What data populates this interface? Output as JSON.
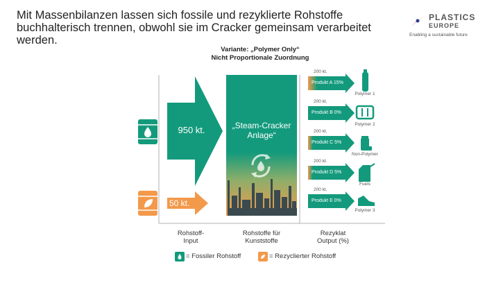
{
  "headline": "Mit Massenbilanzen lassen sich fossile und rezyklierte Rohstoffe buchhalterisch trennen, obwohl sie im Cracker gemeinsam verarbeitet werden.",
  "logo": {
    "line1": "PLASTICS",
    "line2": "EUROPE",
    "tagline": "Enabling a sustainable future"
  },
  "variant": {
    "line1": "Variante: „Polymer Only“",
    "line2": "Nicht Proportionale Zuordnung"
  },
  "inputs": {
    "fossil_amount": "950 kt.",
    "recycled_amount": "50 kt."
  },
  "cracker_label": "„Steam-Cracker Anlage“",
  "outputs": [
    {
      "amount": "200 kt.",
      "label": "Produkt A 15%",
      "target": "Polymer 1",
      "icon": "bottle-icon"
    },
    {
      "amount": "200 kt.",
      "label": "Produkt B 0%",
      "target": "Polymer 2",
      "icon": "tray-icon"
    },
    {
      "amount": "200 kt.",
      "label": "Produkt C 5%",
      "target": "Non-Polymer",
      "icon": "chemical-jar-icon"
    },
    {
      "amount": "200 kt.",
      "label": "Produkt D 5%",
      "target": "Fuels",
      "icon": "fuel-can-icon"
    },
    {
      "amount": "200 kt.",
      "label": "Produkt E 0%",
      "target": "Polymer 3",
      "icon": "shoe-icon"
    }
  ],
  "columns": {
    "input": "Rohstoff-\nInput",
    "feedstock": "Rohstoffe für\nKunststoffe",
    "output": "Rezyklat\nOutput (%)"
  },
  "legend": {
    "fossil": "= Fossiler Rohstoff",
    "recycled": "= Rezyclierter Rohstoff"
  },
  "colors": {
    "green": "#139A7C",
    "orange": "#F3994A",
    "dark": "#3B4A4E"
  }
}
